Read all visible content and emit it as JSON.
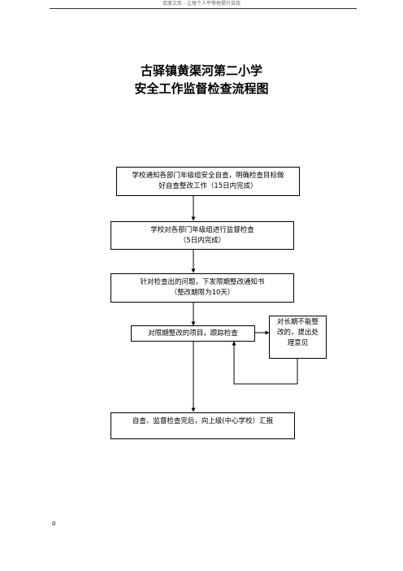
{
  "header": {
    "text": "百度文库 - 让每个人平等地提升自我"
  },
  "document": {
    "title_line1": "古驿镇黄渠河第二小学",
    "title_line2": "安全工作监督检查流程图"
  },
  "flowchart": {
    "step1": {
      "line1": "学校通知各部门年级组安全自查，明确检查目标做",
      "line2": "好自查整改工作（15日内完成）"
    },
    "step2": {
      "line1": "学校对各部门年级组进行监督检查",
      "line2": "（5日内完成）"
    },
    "step3": {
      "line1": "针对检查出的问题，下发限期整改通知书",
      "line2": "（整改期限为10天）"
    },
    "step4": {
      "line1": "对限期整改的项目，跟踪检查"
    },
    "side_step": {
      "line1": "对长期不能整",
      "line2": "改的，提出处",
      "line3": "理意见"
    },
    "step5": {
      "line1": "自查、监督检查完后，向上级(中心学校）汇报"
    }
  },
  "footer": {
    "page_number": "0"
  }
}
